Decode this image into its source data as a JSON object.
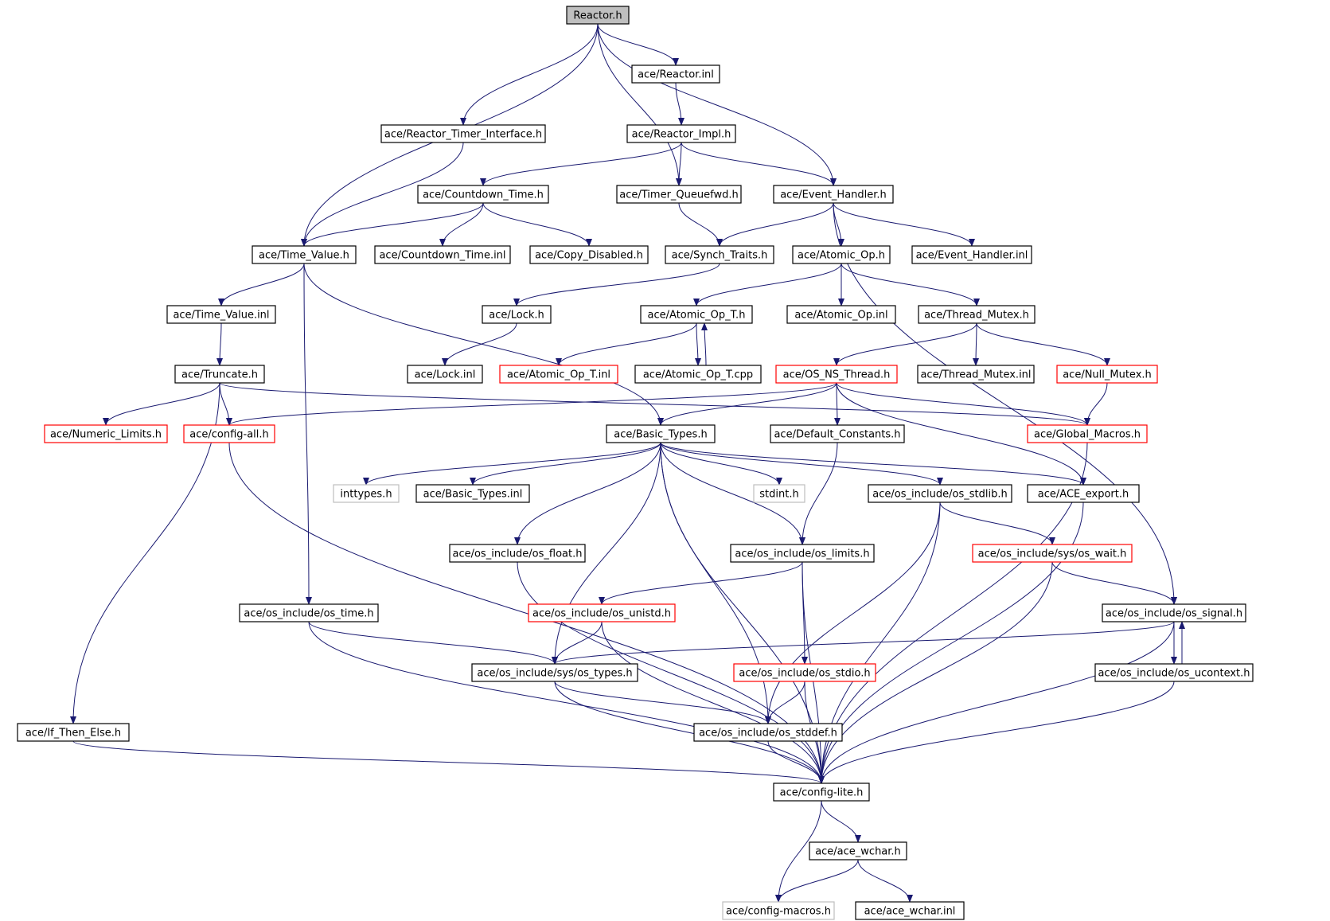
{
  "colors": {
    "edge": "#191970",
    "arrow": "#191970",
    "root_fill": "#bfbfbf",
    "normal_border": "#000000",
    "truncated_border": "#ff0000",
    "external_border": "#bfbfbf"
  },
  "nodes": [
    {
      "id": "reactor_h",
      "label": "Reactor.h",
      "kind": "root"
    },
    {
      "id": "reactor_inl",
      "label": "ace/Reactor.inl",
      "kind": "normal"
    },
    {
      "id": "reactor_timer_interface",
      "label": "ace/Reactor_Timer_Interface.h",
      "kind": "normal"
    },
    {
      "id": "reactor_impl",
      "label": "ace/Reactor_Impl.h",
      "kind": "normal"
    },
    {
      "id": "countdown_time_h",
      "label": "ace/Countdown_Time.h",
      "kind": "normal"
    },
    {
      "id": "timer_queuefwd",
      "label": "ace/Timer_Queuefwd.h",
      "kind": "normal"
    },
    {
      "id": "event_handler_h",
      "label": "ace/Event_Handler.h",
      "kind": "normal"
    },
    {
      "id": "time_value_h",
      "label": "ace/Time_Value.h",
      "kind": "normal"
    },
    {
      "id": "countdown_time_inl",
      "label": "ace/Countdown_Time.inl",
      "kind": "normal"
    },
    {
      "id": "copy_disabled",
      "label": "ace/Copy_Disabled.h",
      "kind": "normal"
    },
    {
      "id": "synch_traits",
      "label": "ace/Synch_Traits.h",
      "kind": "normal"
    },
    {
      "id": "atomic_op_h",
      "label": "ace/Atomic_Op.h",
      "kind": "normal"
    },
    {
      "id": "event_handler_inl",
      "label": "ace/Event_Handler.inl",
      "kind": "normal"
    },
    {
      "id": "time_value_inl",
      "label": "ace/Time_Value.inl",
      "kind": "normal"
    },
    {
      "id": "lock_h",
      "label": "ace/Lock.h",
      "kind": "normal"
    },
    {
      "id": "atomic_op_t_h",
      "label": "ace/Atomic_Op_T.h",
      "kind": "normal"
    },
    {
      "id": "atomic_op_inl",
      "label": "ace/Atomic_Op.inl",
      "kind": "normal"
    },
    {
      "id": "thread_mutex_h",
      "label": "ace/Thread_Mutex.h",
      "kind": "normal"
    },
    {
      "id": "truncate_h",
      "label": "ace/Truncate.h",
      "kind": "normal"
    },
    {
      "id": "lock_inl",
      "label": "ace/Lock.inl",
      "kind": "normal"
    },
    {
      "id": "atomic_op_t_inl",
      "label": "ace/Atomic_Op_T.inl",
      "kind": "truncated"
    },
    {
      "id": "atomic_op_t_cpp",
      "label": "ace/Atomic_Op_T.cpp",
      "kind": "normal"
    },
    {
      "id": "os_ns_thread",
      "label": "ace/OS_NS_Thread.h",
      "kind": "truncated"
    },
    {
      "id": "thread_mutex_inl",
      "label": "ace/Thread_Mutex.inl",
      "kind": "normal"
    },
    {
      "id": "null_mutex",
      "label": "ace/Null_Mutex.h",
      "kind": "truncated"
    },
    {
      "id": "numeric_limits",
      "label": "ace/Numeric_Limits.h",
      "kind": "truncated"
    },
    {
      "id": "config_all",
      "label": "ace/config-all.h",
      "kind": "truncated"
    },
    {
      "id": "basic_types_h",
      "label": "ace/Basic_Types.h",
      "kind": "normal"
    },
    {
      "id": "default_constants",
      "label": "ace/Default_Constants.h",
      "kind": "normal"
    },
    {
      "id": "global_macros",
      "label": "ace/Global_Macros.h",
      "kind": "truncated"
    },
    {
      "id": "inttypes",
      "label": "inttypes.h",
      "kind": "external"
    },
    {
      "id": "basic_types_inl",
      "label": "ace/Basic_Types.inl",
      "kind": "normal"
    },
    {
      "id": "stdint",
      "label": "stdint.h",
      "kind": "external"
    },
    {
      "id": "os_stdlib",
      "label": "ace/os_include/os_stdlib.h",
      "kind": "normal"
    },
    {
      "id": "ace_export",
      "label": "ace/ACE_export.h",
      "kind": "normal"
    },
    {
      "id": "os_float",
      "label": "ace/os_include/os_float.h",
      "kind": "normal"
    },
    {
      "id": "os_limits",
      "label": "ace/os_include/os_limits.h",
      "kind": "normal"
    },
    {
      "id": "sys_os_wait",
      "label": "ace/os_include/sys/os_wait.h",
      "kind": "truncated"
    },
    {
      "id": "os_time",
      "label": "ace/os_include/os_time.h",
      "kind": "normal"
    },
    {
      "id": "os_unistd",
      "label": "ace/os_include/os_unistd.h",
      "kind": "truncated"
    },
    {
      "id": "os_signal",
      "label": "ace/os_include/os_signal.h",
      "kind": "normal"
    },
    {
      "id": "sys_os_types",
      "label": "ace/os_include/sys/os_types.h",
      "kind": "normal"
    },
    {
      "id": "os_stdio",
      "label": "ace/os_include/os_stdio.h",
      "kind": "truncated"
    },
    {
      "id": "os_ucontext",
      "label": "ace/os_include/os_ucontext.h",
      "kind": "normal"
    },
    {
      "id": "if_then_else",
      "label": "ace/If_Then_Else.h",
      "kind": "normal"
    },
    {
      "id": "os_stddef",
      "label": "ace/os_include/os_stddef.h",
      "kind": "normal"
    },
    {
      "id": "config_lite",
      "label": "ace/config-lite.h",
      "kind": "normal"
    },
    {
      "id": "ace_wchar_h",
      "label": "ace/ace_wchar.h",
      "kind": "normal"
    },
    {
      "id": "config_macros",
      "label": "ace/config-macros.h",
      "kind": "external"
    },
    {
      "id": "ace_wchar_inl",
      "label": "ace/ace_wchar.inl",
      "kind": "normal"
    }
  ],
  "edges": [
    [
      "reactor_h",
      "reactor_inl"
    ],
    [
      "reactor_h",
      "reactor_timer_interface"
    ],
    [
      "reactor_h",
      "time_value_h"
    ],
    [
      "reactor_h",
      "timer_queuefwd"
    ],
    [
      "reactor_h",
      "event_handler_h"
    ],
    [
      "reactor_inl",
      "reactor_impl"
    ],
    [
      "reactor_timer_interface",
      "time_value_h"
    ],
    [
      "reactor_impl",
      "countdown_time_h"
    ],
    [
      "reactor_impl",
      "timer_queuefwd"
    ],
    [
      "reactor_impl",
      "event_handler_h"
    ],
    [
      "countdown_time_h",
      "time_value_h"
    ],
    [
      "countdown_time_h",
      "countdown_time_inl"
    ],
    [
      "countdown_time_h",
      "copy_disabled"
    ],
    [
      "timer_queuefwd",
      "synch_traits"
    ],
    [
      "event_handler_h",
      "synch_traits"
    ],
    [
      "event_handler_h",
      "atomic_op_h"
    ],
    [
      "event_handler_h",
      "event_handler_inl"
    ],
    [
      "event_handler_h",
      "os_signal"
    ],
    [
      "time_value_h",
      "time_value_inl"
    ],
    [
      "time_value_h",
      "os_time"
    ],
    [
      "time_value_h",
      "basic_types_h"
    ],
    [
      "synch_traits",
      "lock_h"
    ],
    [
      "atomic_op_h",
      "atomic_op_t_h"
    ],
    [
      "atomic_op_h",
      "atomic_op_inl"
    ],
    [
      "atomic_op_h",
      "thread_mutex_h"
    ],
    [
      "time_value_inl",
      "truncate_h"
    ],
    [
      "lock_h",
      "lock_inl"
    ],
    [
      "atomic_op_t_h",
      "atomic_op_t_inl"
    ],
    [
      "atomic_op_t_h",
      "atomic_op_t_cpp"
    ],
    [
      "atomic_op_t_cpp",
      "atomic_op_t_h"
    ],
    [
      "thread_mutex_h",
      "os_ns_thread"
    ],
    [
      "thread_mutex_h",
      "thread_mutex_inl"
    ],
    [
      "thread_mutex_h",
      "null_mutex"
    ],
    [
      "truncate_h",
      "numeric_limits"
    ],
    [
      "truncate_h",
      "config_all"
    ],
    [
      "truncate_h",
      "global_macros"
    ],
    [
      "truncate_h",
      "if_then_else"
    ],
    [
      "os_ns_thread",
      "config_all"
    ],
    [
      "os_ns_thread",
      "basic_types_h"
    ],
    [
      "os_ns_thread",
      "default_constants"
    ],
    [
      "os_ns_thread",
      "global_macros"
    ],
    [
      "os_ns_thread",
      "ace_export"
    ],
    [
      "null_mutex",
      "global_macros"
    ],
    [
      "config_all",
      "config_lite"
    ],
    [
      "basic_types_h",
      "inttypes"
    ],
    [
      "basic_types_h",
      "basic_types_inl"
    ],
    [
      "basic_types_h",
      "stdint"
    ],
    [
      "basic_types_h",
      "os_stdlib"
    ],
    [
      "basic_types_h",
      "ace_export"
    ],
    [
      "basic_types_h",
      "os_float"
    ],
    [
      "basic_types_h",
      "os_limits"
    ],
    [
      "basic_types_h",
      "sys_os_types"
    ],
    [
      "basic_types_h",
      "os_stddef"
    ],
    [
      "basic_types_h",
      "config_lite"
    ],
    [
      "default_constants",
      "os_limits"
    ],
    [
      "global_macros",
      "config_lite"
    ],
    [
      "os_stdlib",
      "sys_os_wait"
    ],
    [
      "os_stdlib",
      "os_stddef"
    ],
    [
      "os_stdlib",
      "config_lite"
    ],
    [
      "ace_export",
      "config_lite"
    ],
    [
      "os_float",
      "config_lite"
    ],
    [
      "os_limits",
      "os_unistd"
    ],
    [
      "os_limits",
      "os_stdio"
    ],
    [
      "os_limits",
      "config_lite"
    ],
    [
      "sys_os_wait",
      "os_signal"
    ],
    [
      "sys_os_wait",
      "config_lite"
    ],
    [
      "os_time",
      "sys_os_types"
    ],
    [
      "os_time",
      "config_lite"
    ],
    [
      "os_unistd",
      "sys_os_types"
    ],
    [
      "os_unistd",
      "config_lite"
    ],
    [
      "os_signal",
      "sys_os_types"
    ],
    [
      "os_signal",
      "os_ucontext"
    ],
    [
      "os_signal",
      "config_lite"
    ],
    [
      "os_ucontext",
      "os_signal"
    ],
    [
      "os_ucontext",
      "config_lite"
    ],
    [
      "sys_os_types",
      "os_stddef"
    ],
    [
      "sys_os_types",
      "config_lite"
    ],
    [
      "os_stdio",
      "os_stddef"
    ],
    [
      "os_stdio",
      "config_lite"
    ],
    [
      "os_stddef",
      "config_lite"
    ],
    [
      "if_then_else",
      "config_lite"
    ],
    [
      "config_lite",
      "ace_wchar_h"
    ],
    [
      "config_lite",
      "config_macros"
    ],
    [
      "ace_wchar_h",
      "config_macros"
    ],
    [
      "ace_wchar_h",
      "ace_wchar_inl"
    ]
  ]
}
